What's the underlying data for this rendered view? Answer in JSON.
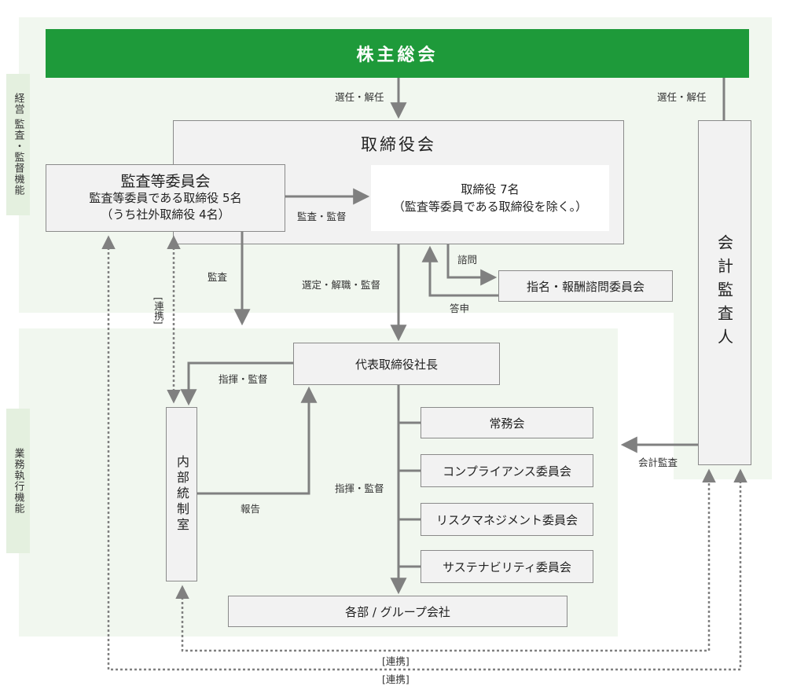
{
  "side_labels": {
    "governance": "経営 監査・監督機能",
    "execution": "業務執行機能"
  },
  "nodes": {
    "shareholders": "株主総会",
    "board": "取締役会",
    "audit_committee": {
      "title": "監査等委員会",
      "line1": "監査等委員である取締役 5名",
      "line2": "（うち社外取締役 4名）"
    },
    "directors": {
      "line1": "取締役 7名",
      "line2": "（監査等委員である取締役を除く。）"
    },
    "nomination_committee": "指名・報酬諮問委員会",
    "auditor": "会計監査人",
    "president": "代表取締役社長",
    "internal_control": "内部統制室",
    "executive_meeting": "常務会",
    "compliance_committee": "コンプライアンス委員会",
    "risk_committee": "リスクマネジメント委員会",
    "sustainability_committee": "サステナビリティ委員会",
    "departments": "各部 / グループ会社"
  },
  "edge_labels": {
    "appoint_board": "選任・解任",
    "appoint_auditor": "選任・解任",
    "audit_supervise": "監査・監督",
    "audit": "監査",
    "select_dismiss": "選定・解職・監督",
    "consult": "諮問",
    "report_back": "答申",
    "liaison_left": "[連携]",
    "command_ic": "指揮・監督",
    "report": "報告",
    "command_depts": "指揮・監督",
    "accounting_audit": "会計監査",
    "liaison_bottom1": "[連携]",
    "liaison_bottom2": "[連携]"
  },
  "colors": {
    "header_green": "#1e9a3a",
    "zone_bg": "#f1f7ef",
    "side_label_bg": "#e4f0df",
    "arrow_gray": "#808080"
  }
}
